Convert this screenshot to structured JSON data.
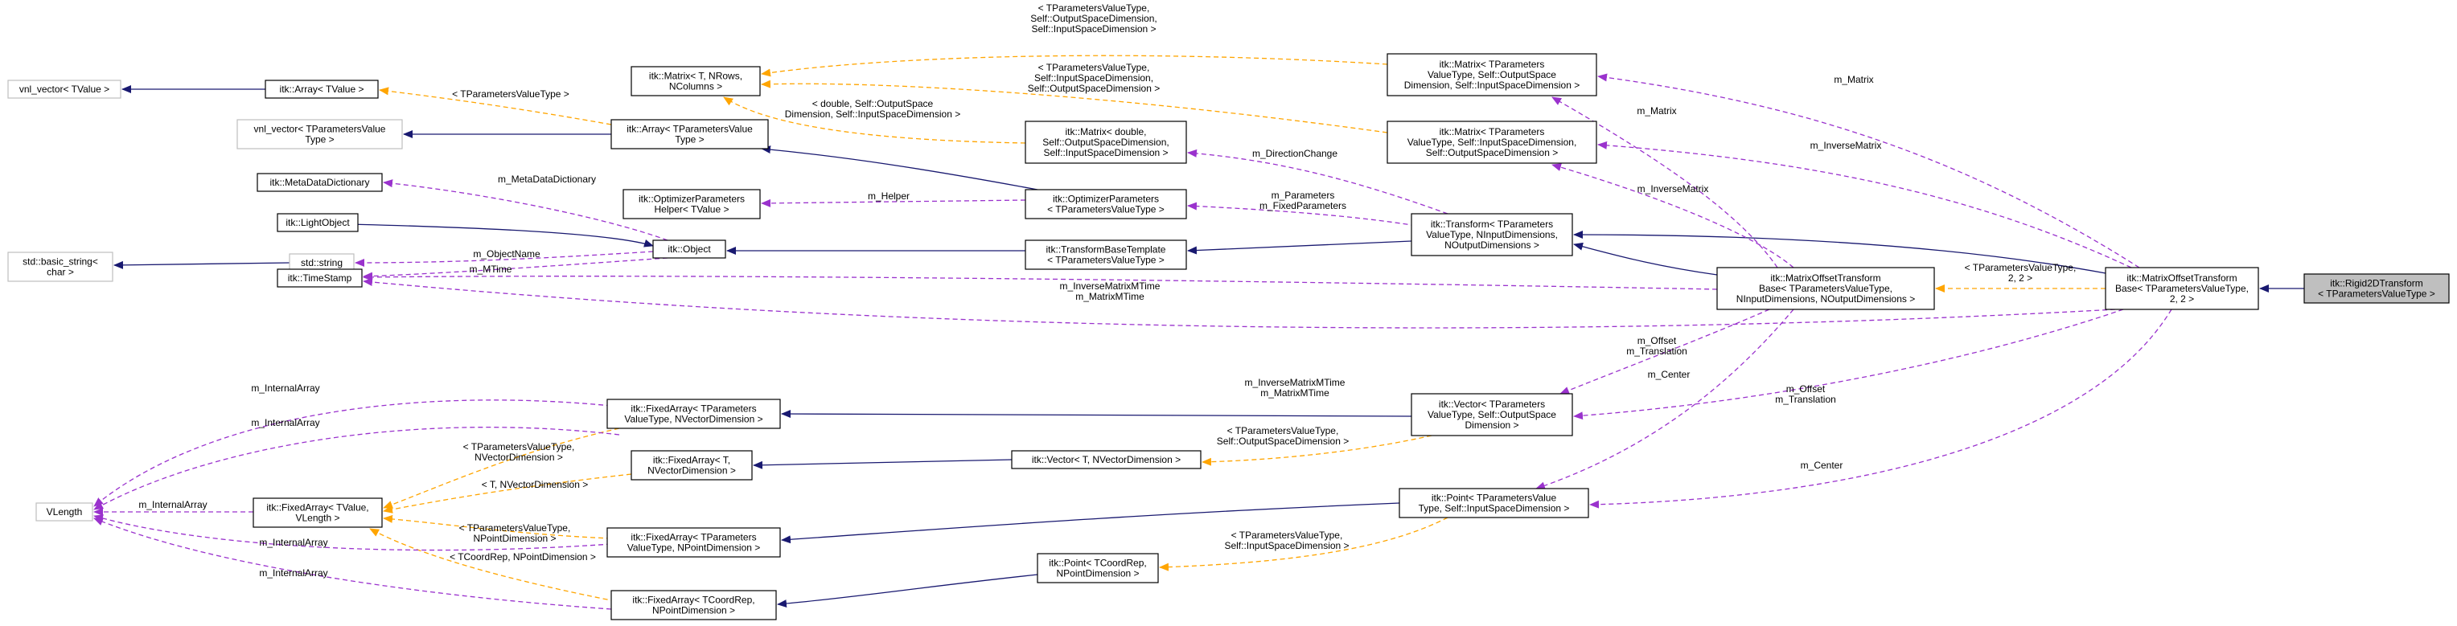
{
  "colors": {
    "inherit": "#191970",
    "usage": "#9a32cd",
    "template": "#ffa500",
    "focus_fill": "#bfbfbf",
    "external_border": "#bfbfbf"
  },
  "nodes": {
    "vnl_vector_tvalue": [
      "vnl_vector< TValue >"
    ],
    "array_tvalue": [
      "itk::Array< TValue >"
    ],
    "vnl_vector_tparams": [
      "vnl_vector< TParametersValue",
      "Type >"
    ],
    "matrix_t": [
      "itk::Matrix< T, NRows,",
      "NColumns >"
    ],
    "array_tparams": [
      "itk::Array< TParametersValue",
      "Type >"
    ],
    "matrix_double": [
      "itk::Matrix< double,",
      "Self::OutputSpaceDimension,",
      "Self::InputSpaceDimension >"
    ],
    "matrix_out_in": [
      "itk::Matrix< TParameters",
      "ValueType, Self::OutputSpace",
      "Dimension, Self::InputSpaceDimension >"
    ],
    "matrix_in_out": [
      "itk::Matrix< TParameters",
      "ValueType, Self::InputSpaceDimension,",
      "Self::OutputSpaceDimension >"
    ],
    "metadatadictionary": [
      "itk::MetaDataDictionary"
    ],
    "optimizerparameters_tvalue": [
      "itk::OptimizerParameters",
      "Helper< TValue >"
    ],
    "optimizerparameters_tparams": [
      "itk::OptimizerParameters",
      "< TParametersValueType >"
    ],
    "lightobject": [
      "itk::LightObject"
    ],
    "object": [
      "itk::Object"
    ],
    "basic_string": [
      "std::basic_string<",
      "char >"
    ],
    "std_string": [
      "std::string"
    ],
    "transformbasetemplate": [
      "itk::TransformBaseTemplate",
      "< TParametersValueType >"
    ],
    "transform": [
      "itk::Transform< TParameters",
      "ValueType, NInputDimensions,",
      "NOutputDimensions >"
    ],
    "timestamp": [
      "itk::TimeStamp"
    ],
    "matrixoffset_base_n": [
      "itk::MatrixOffsetTransform",
      "Base< TParametersValueType,",
      "NInputDimensions, NOutputDimensions >"
    ],
    "matrixoffset_base_22": [
      "itk::MatrixOffsetTransform",
      "Base< TParametersValueType,",
      "2, 2 >"
    ],
    "rigid2d": [
      "itk::Rigid2DTransform",
      "< TParametersValueType >"
    ],
    "fixedarray_tparams_nvector": [
      "itk::FixedArray< TParameters",
      "ValueType, NVectorDimension >"
    ],
    "vector_tparams": [
      "itk::Vector< TParameters",
      "ValueType, Self::OutputSpace",
      "Dimension >"
    ],
    "vlength": [
      "VLength"
    ],
    "fixedarray_t_nvector": [
      "itk::FixedArray< T,",
      "NVectorDimension >"
    ],
    "vector_t": [
      "itk::Vector< T, NVectorDimension >"
    ],
    "fixedarray_tvalue_vlength": [
      "itk::FixedArray< TValue,",
      "VLength >"
    ],
    "fixedarray_tparams_npoint": [
      "itk::FixedArray< TParameters",
      "ValueType, NPointDimension >"
    ],
    "point_tparams": [
      "itk::Point< TParametersValue",
      "Type, Self::InputSpaceDimension >"
    ],
    "point_tcoordrep": [
      "itk::Point< TCoordRep,",
      "NPointDimension >"
    ],
    "fixedarray_tcoordrep": [
      "itk::FixedArray< TCoordRep,",
      "NPointDimension >"
    ]
  },
  "edges": {
    "e01": [
      "< TParametersValueType,",
      "Self::OutputSpaceDimension,",
      "Self::InputSpaceDimension >"
    ],
    "e02": [
      "< TParametersValueType >"
    ],
    "e03": [
      "< TParametersValueType,",
      "Self::InputSpaceDimension,",
      "Self::OutputSpaceDimension >"
    ],
    "e04": [
      "< double, Self::OutputSpace",
      "Dimension, Self::InputSpaceDimension >"
    ],
    "e05": [
      "m_MetaDataDictionary"
    ],
    "e06": [
      "m_Helper"
    ],
    "e07": [
      "m_DirectionChange"
    ],
    "e08": [
      "m_Parameters",
      "m_FixedParameters"
    ],
    "e09": [
      "m_Matrix"
    ],
    "e10": [
      "m_InverseMatrix"
    ],
    "e11": [
      "m_Matrix"
    ],
    "e12": [
      "m_InverseMatrix"
    ],
    "e13": [
      "m_ObjectName"
    ],
    "e14": [
      "m_MTime"
    ],
    "e15": [
      "m_InverseMatrixMTime",
      "m_MatrixMTime"
    ],
    "e16": [
      "m_InverseMatrixMTime",
      "m_MatrixMTime"
    ],
    "e17": [
      "< TParametersValueType,",
      "2, 2 >"
    ],
    "e18": [
      "m_Offset",
      "m_Translation"
    ],
    "e19": [
      "m_Offset",
      "m_Translation"
    ],
    "e20": [
      "m_Center"
    ],
    "e21": [
      "m_Center"
    ],
    "e22": [
      "m_InternalArray"
    ],
    "e23": [
      "m_InternalArray"
    ],
    "e24": [
      "m_InternalArray"
    ],
    "e25": [
      "m_InternalArray"
    ],
    "e26": [
      "m_InternalArray"
    ],
    "e27": [
      "< TParametersValueType,",
      "NVectorDimension >"
    ],
    "e28": [
      "< T, NVectorDimension >"
    ],
    "e29": [
      "< TParametersValueType,",
      "NPointDimension >"
    ],
    "e30": [
      "< TCoordRep, NPointDimension >"
    ],
    "e31": [
      "< TParametersValueType,",
      "Self::OutputSpaceDimension >"
    ],
    "e32": [
      "< TParametersValueType,",
      "Self::InputSpaceDimension >"
    ]
  }
}
